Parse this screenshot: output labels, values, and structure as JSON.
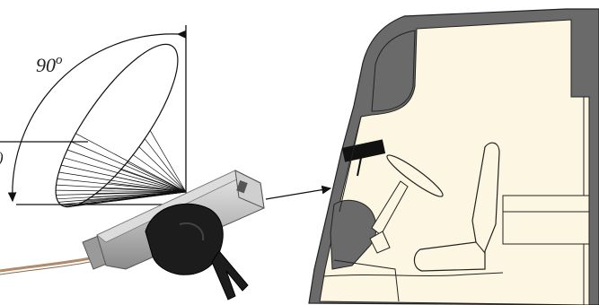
{
  "figure": {
    "angle_label": "90",
    "angle_unit_superscript": "o",
    "partial_label": ")"
  },
  "colors": {
    "cabin_fill": "#fcf6e2",
    "cabin_dark": "#6a6a6a",
    "sensor_body": "#bdbdbd",
    "sensor_dark": "#1c1c1c",
    "line": "#111111"
  },
  "icons": {
    "sensor": "ir-sensor-device",
    "cabin": "vehicle-cab-cross-section",
    "seat": "driver-seat",
    "steering": "steering-wheel"
  }
}
